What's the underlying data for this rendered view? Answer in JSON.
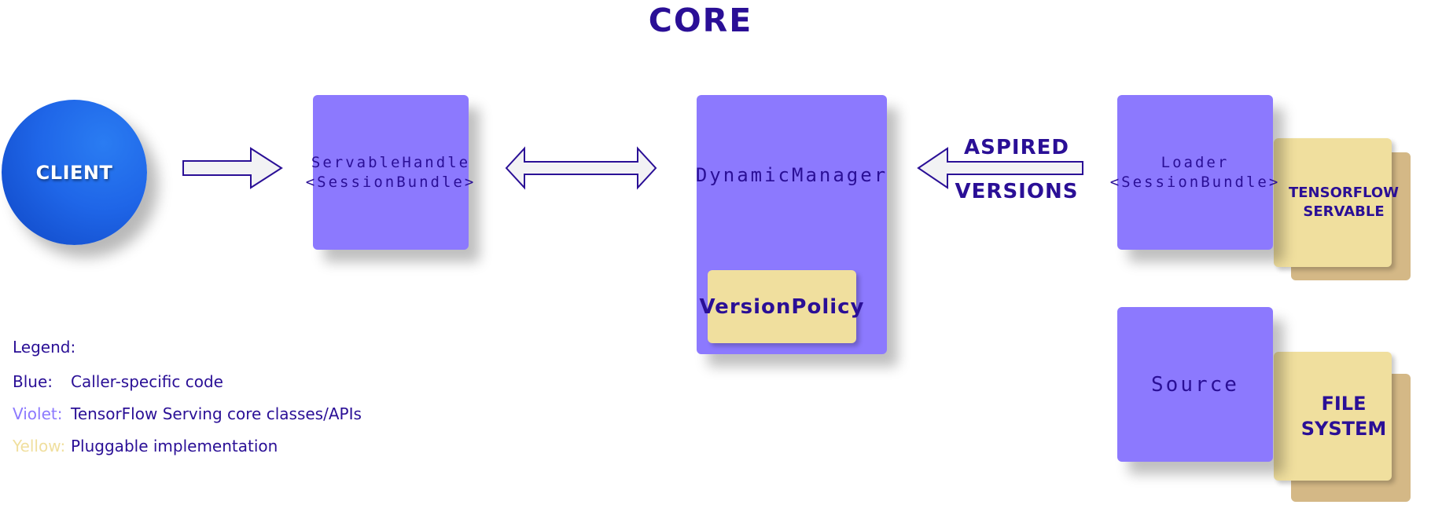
{
  "title": "CORE",
  "nodes": {
    "client": "CLIENT",
    "servable_handle": [
      "ServableHandle",
      "<SessionBundle>"
    ],
    "dynamic_manager": "DynamicManager",
    "version_policy": "VersionPolicy",
    "loader": [
      "Loader",
      "<SessionBundle>"
    ],
    "tensorflow_servable": [
      "TENSORFLOW",
      "SERVABLE"
    ],
    "source": "Source",
    "file_system": [
      "FILE",
      "SYSTEM"
    ]
  },
  "arrow_labels": {
    "aspired": "ASPIRED",
    "versions": "VERSIONS"
  },
  "legend": {
    "title": "Legend:",
    "entries": [
      {
        "key": "Blue:",
        "text": "Caller-specific code",
        "color": "#2a0f96"
      },
      {
        "key": "Violet:",
        "text": "TensorFlow Serving core classes/APIs",
        "color": "#8c79fe"
      },
      {
        "key": "Yellow:",
        "text": "Pluggable implementation",
        "color": "#f0df9e"
      }
    ]
  },
  "colors": {
    "blue": "#1f66e8",
    "violet": "#8c79fe",
    "yellow": "#f0df9e",
    "text": "#2a0f96"
  }
}
